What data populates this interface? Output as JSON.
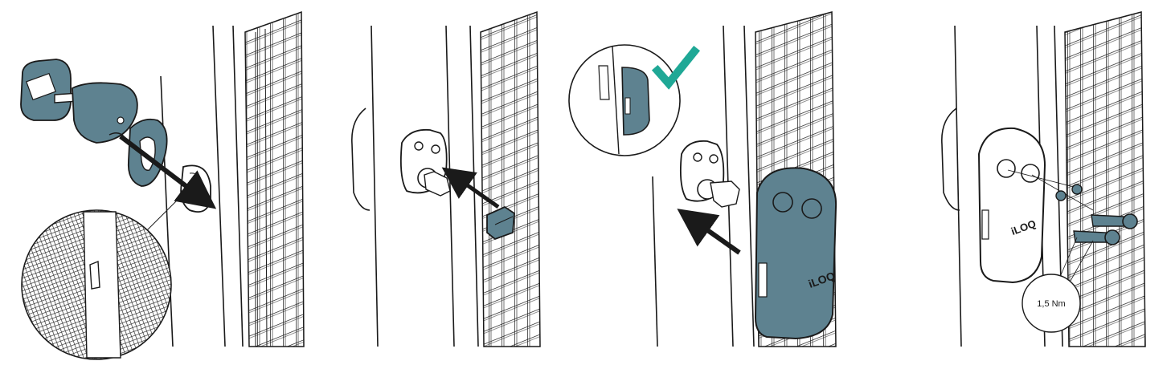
{
  "steps": [
    {
      "brand_label": ""
    },
    {
      "brand_label": ""
    },
    {
      "brand_label": "iLOQ"
    },
    {
      "brand_label": "iLOQ"
    }
  ],
  "torque_label": "1,5 Nm",
  "colors": {
    "line": "#1a1a1a",
    "part": "#5e8290",
    "accent": "#1fa896",
    "background": "#ffffff"
  },
  "icons": {
    "confirm": "checkmark-icon",
    "direction": "arrow-icon"
  }
}
